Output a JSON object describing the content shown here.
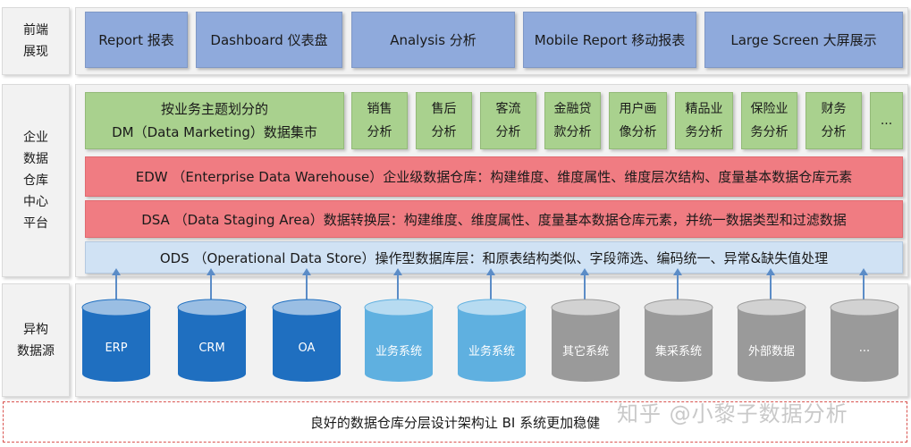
{
  "rows": {
    "frontend": "前端\n展现",
    "warehouse": "企业\n数据\n仓库\n中心\n平台",
    "sources": "异构\n数据源"
  },
  "frontend_items": [
    "Report 报表",
    "Dashboard 仪表盘",
    "Analysis 分析",
    "Mobile Report 移动报表",
    "Large Screen 大屏展示"
  ],
  "dm": {
    "title": "按业务主题划分的\nDM（Data Marketing）数据集市",
    "items": [
      "销售\n分析",
      "售后\n分析",
      "客流\n分析",
      "金融贷\n款分析",
      "用户画\n像分析",
      "精品业\n务分析",
      "保险业\n务分析",
      "财务\n分析",
      "..."
    ]
  },
  "edw": "EDW （Enterprise Data Warehouse）企业级数据仓库：构建维度、维度属性、维度层次结构、度量基本数据仓库元素",
  "dsa": "DSA （Data Staging Area）数据转换层：构建维度、维度属性、度量基本数据仓库元素，并统一数据类型和过滤数据",
  "ods": "ODS （Operational Data Store）操作型数据库层：和原表结构类似、字段筛选、编码统一、异常&缺失值处理",
  "sources": [
    {
      "label": "ERP",
      "color": "#1f6fc0"
    },
    {
      "label": "CRM",
      "color": "#1f6fc0"
    },
    {
      "label": "OA",
      "color": "#1f6fc0"
    },
    {
      "label": "业务系统",
      "color": "#5fb0e0"
    },
    {
      "label": "业务系统",
      "color": "#5fb0e0"
    },
    {
      "label": "其它系统",
      "color": "#9a9a9a"
    },
    {
      "label": "集采系统",
      "color": "#9a9a9a"
    },
    {
      "label": "外部数据",
      "color": "#9a9a9a"
    },
    {
      "label": "...",
      "color": "#9a9a9a"
    }
  ],
  "footer": "良好的数据仓库分层设计架构让 BI 系统更加稳健",
  "watermark": "知乎 @小黎子数据分析"
}
